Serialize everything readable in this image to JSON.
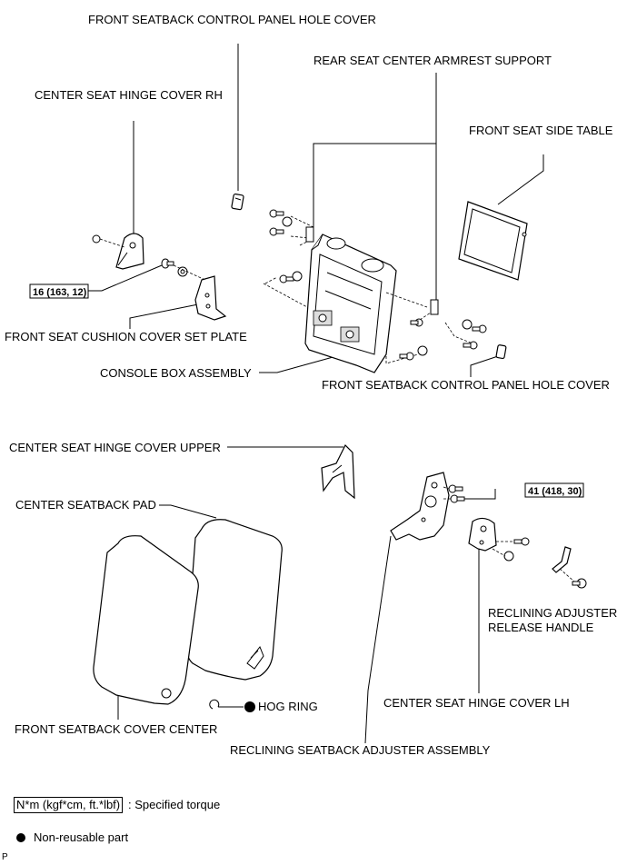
{
  "labels": {
    "panel_hole_cover_top": "FRONT SEATBACK CONTROL PANEL HOLE COVER",
    "rear_armrest_support": "REAR SEAT CENTER ARMREST SUPPORT",
    "hinge_cover_rh": "CENTER SEAT HINGE COVER RH",
    "side_table": "FRONT SEAT SIDE TABLE",
    "torque_16": "16 (163, 12)",
    "cushion_set_plate": "FRONT SEAT CUSHION COVER SET PLATE",
    "console_box": "CONSOLE BOX ASSEMBLY",
    "panel_hole_cover_bottom": "FRONT SEATBACK CONTROL PANEL HOLE COVER",
    "hinge_cover_upper": "CENTER SEAT HINGE COVER UPPER",
    "seatback_pad": "CENTER SEATBACK PAD",
    "torque_41": "41 (418, 30)",
    "release_handle_line1": "RECLINING ADJUSTER",
    "release_handle_line2": "RELEASE HANDLE",
    "hog_ring": "HOG RING",
    "hinge_cover_lh": "CENTER SEAT HINGE COVER LH",
    "seatback_cover_center": "FRONT SEATBACK COVER CENTER",
    "reclining_adjuster": "RECLINING SEATBACK ADJUSTER ASSEMBLY"
  },
  "legend": {
    "torque_box": "N*m (kgf*cm, ft.*lbf)",
    "torque_desc": ": Specified torque",
    "nonreusable": "Non-reusable part"
  },
  "corner_mark": "P"
}
